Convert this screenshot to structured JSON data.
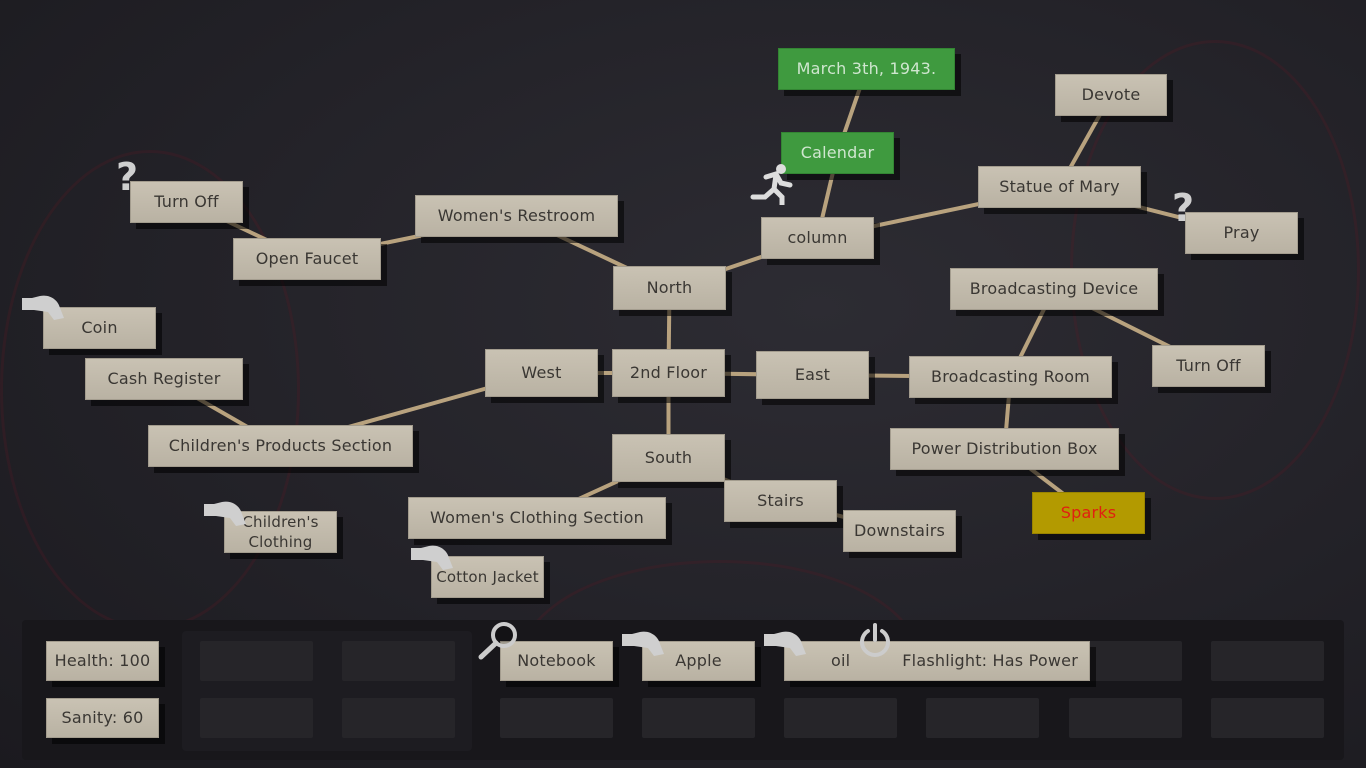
{
  "nodes": {
    "march": "March 3th, 1943.",
    "calendar": "Calendar",
    "devote": "Devote",
    "statue": "Statue of Mary",
    "pray": "Pray",
    "column": "column",
    "turnoff_left": "Turn Off",
    "faucet": "Open Faucet",
    "restroom": "Women's Restroom",
    "north": "North",
    "coin": "Coin",
    "cash": "Cash Register",
    "west": "West",
    "floor2": "2nd Floor",
    "east": "East",
    "bdevice": "Broadcasting Device",
    "turnoff_right": "Turn Off",
    "broom": "Broadcasting Room",
    "children_products": "Children's Products Section",
    "south": "South",
    "power_box": "Power Distribution Box",
    "stairs": "Stairs",
    "downstairs": "Downstairs",
    "sparks": "Sparks",
    "womens_clothing": "Women's Clothing Section",
    "childrens_clothing": "Children's Clothing",
    "cotton_jacket": "Cotton Jacket"
  },
  "edges": [
    [
      "march",
      "calendar"
    ],
    [
      "calendar",
      "column"
    ],
    [
      "column",
      "north"
    ],
    [
      "column",
      "statue"
    ],
    [
      "statue",
      "devote"
    ],
    [
      "statue",
      "pray"
    ],
    [
      "north",
      "restroom"
    ],
    [
      "restroom",
      "faucet"
    ],
    [
      "faucet",
      "turnoff_left"
    ],
    [
      "north",
      "floor2"
    ],
    [
      "floor2",
      "west"
    ],
    [
      "floor2",
      "east"
    ],
    [
      "floor2",
      "south"
    ],
    [
      "west",
      "children_products"
    ],
    [
      "children_products",
      "cash"
    ],
    [
      "east",
      "broom"
    ],
    [
      "broom",
      "bdevice"
    ],
    [
      "bdevice",
      "turnoff_right"
    ],
    [
      "broom",
      "power_box"
    ],
    [
      "power_box",
      "sparks"
    ],
    [
      "south",
      "womens_clothing"
    ],
    [
      "south",
      "stairs"
    ],
    [
      "stairs",
      "downstairs"
    ]
  ],
  "inventory": {
    "health": "Health: 100",
    "sanity": "Sanity: 60",
    "notebook": "Notebook",
    "apple": "Apple",
    "oil": "oil",
    "flashlight": "Flashlight: Has Power"
  },
  "icons": {
    "question": "?",
    "hand": "grab-hand-icon",
    "runner": "running-man-icon",
    "magnifier": "magnifier-icon",
    "power": "power-icon"
  },
  "colors": {
    "rope": "#b8a27e",
    "green": "#3f9a3f",
    "yellow": "#b39a00",
    "sparks_text": "#e02010"
  }
}
